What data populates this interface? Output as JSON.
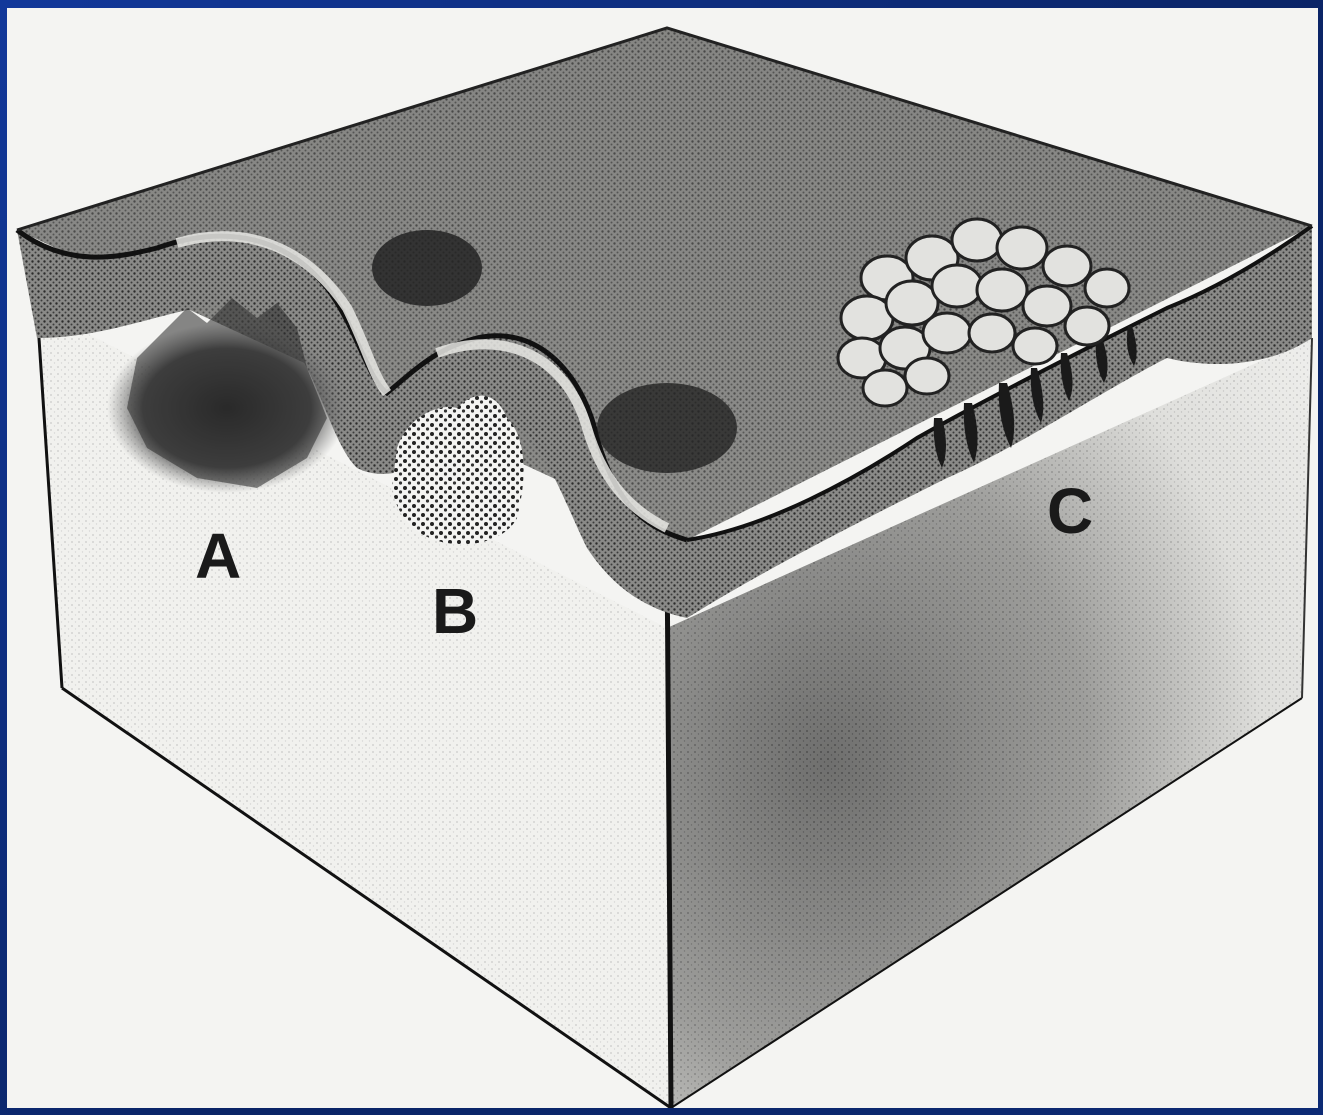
{
  "labels": {
    "a": "A",
    "b": "B",
    "c": "C"
  },
  "colors": {
    "slide_background": "#0d2c78",
    "ink": "#1a1a1a",
    "paper": "#f4f4f2"
  }
}
